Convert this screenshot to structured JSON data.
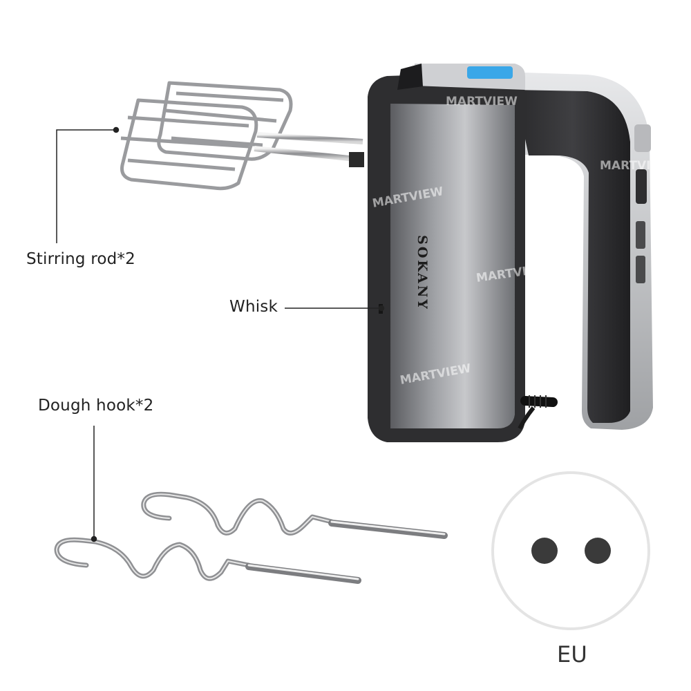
{
  "labels": {
    "stirring_rod": "Stirring rod*2",
    "whisk": "Whisk",
    "dough_hook": "Dough hook*2",
    "plug_type": "EU"
  },
  "product": {
    "brand": "SOKANY",
    "watermark": "MARTVIEW"
  },
  "colors": {
    "body_dark": "#3b3b3d",
    "steel_light": "#d9dadc",
    "indicator_blue": "#3aa7e8",
    "socket_hole": "#3a3a3a"
  },
  "icons": {
    "plug": "eu-socket-icon"
  }
}
